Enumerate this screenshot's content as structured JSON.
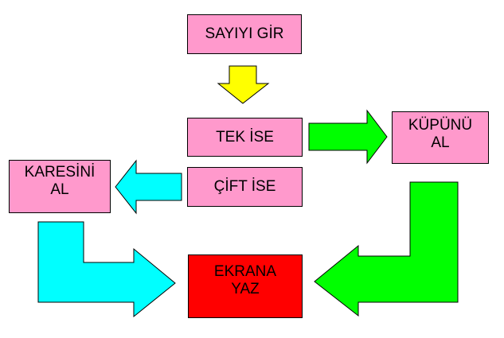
{
  "diagram": {
    "boxes": {
      "input_number": "SAYIYI GİR",
      "if_odd": "TEK İSE",
      "if_even": "ÇİFT İSE",
      "take_cube": "KÜPÜNÜ\nAL",
      "take_square": "KARESİNİ\nAL",
      "print_to_screen": "EKRANA\nYAZ"
    },
    "colors": {
      "box_fill": "#ff99cc",
      "output_box_fill": "#ff0000",
      "arrow_yellow": "#ffff00",
      "arrow_green": "#00ff00",
      "arrow_cyan": "#00ffff",
      "stroke": "#000000"
    }
  }
}
